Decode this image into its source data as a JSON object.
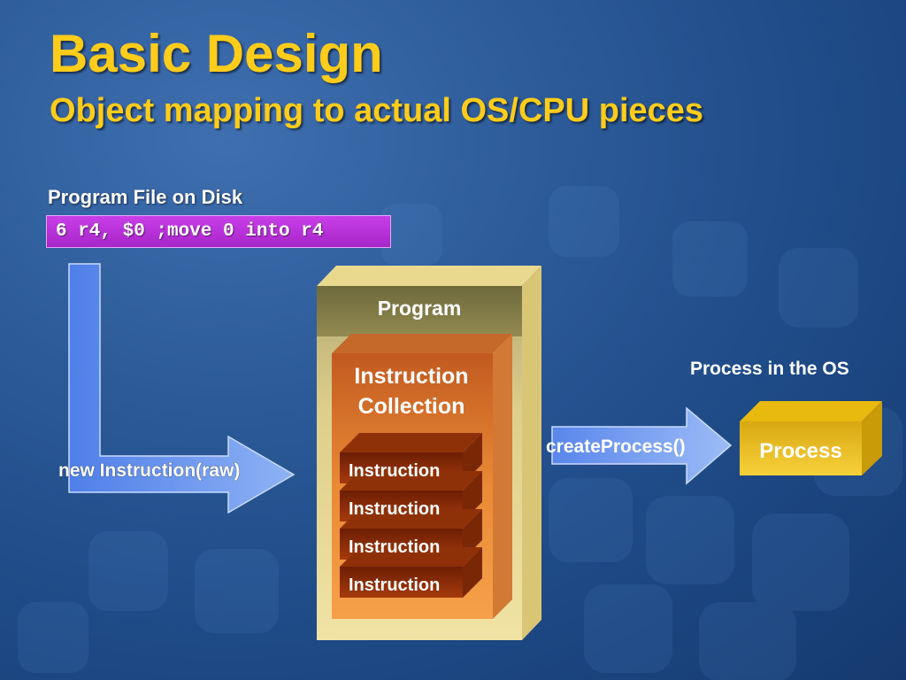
{
  "slide": {
    "title": "Basic Design",
    "subtitle": "Object mapping to actual OS/CPU pieces"
  },
  "program_file": {
    "label": "Program File on Disk",
    "code": "6 r4, $0 ;move 0 into r4"
  },
  "arrows": {
    "new_instruction": "new Instruction(raw)",
    "create_process": "createProcess()"
  },
  "program": {
    "label": "Program",
    "collection_label_line1": "Instruction",
    "collection_label_line2": "Collection",
    "instructions": [
      "Instruction",
      "Instruction",
      "Instruction",
      "Instruction"
    ]
  },
  "os": {
    "label": "Process in the OS",
    "process_label": "Process"
  },
  "colors": {
    "title": "#ffcc1a",
    "code_box": "#b52fd8",
    "arrow": "#5d8ef0",
    "program_box": "#ebd98e",
    "collection_box": "#e8842e",
    "instruction_block": "#8a2a06",
    "process_box": "#f0c420"
  }
}
